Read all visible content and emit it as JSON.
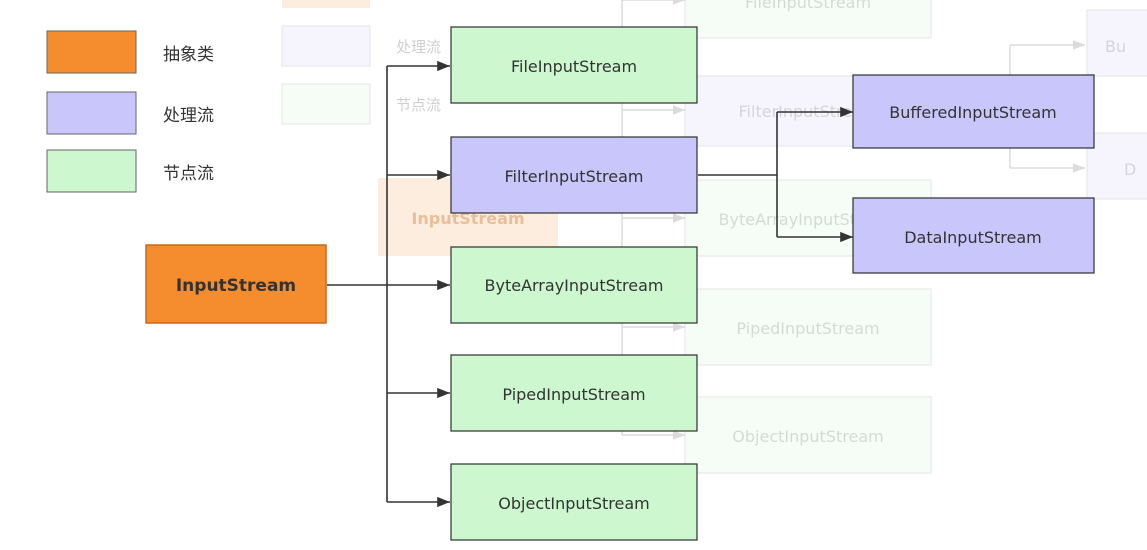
{
  "legend": [
    {
      "label": "抽象类",
      "color": "#f58d2f"
    },
    {
      "label": "处理流",
      "color": "#c9c6fb"
    },
    {
      "label": "节点流",
      "color": "#cdf7cf"
    }
  ],
  "ghost": {
    "legend_labels": [
      "处理流",
      "节点流"
    ],
    "root": "InputStream",
    "children": [
      "FileInputStream",
      "FilterInputStream",
      "ByteArrayInputStream",
      "PipedInputStream",
      "ObjectInputStream"
    ],
    "right_partial": [
      "Bu",
      "D"
    ]
  },
  "root": {
    "label": "InputStream",
    "kind": "abstract"
  },
  "children": [
    {
      "label": "FileInputStream",
      "kind": "node"
    },
    {
      "label": "FilterInputStream",
      "kind": "filter"
    },
    {
      "label": "ByteArrayInputStream",
      "kind": "node"
    },
    {
      "label": "PipedInputStream",
      "kind": "node"
    },
    {
      "label": "ObjectInputStream",
      "kind": "node"
    }
  ],
  "filter_children": [
    {
      "label": "BufferedInputStream",
      "kind": "filter"
    },
    {
      "label": "DataInputStream",
      "kind": "filter"
    }
  ],
  "colors": {
    "abstract_fill": "#f58d2f",
    "abstract_stroke": "#c9681a",
    "filter_fill": "#c9c6fb",
    "filter_stroke": "#2f2f2f",
    "node_fill": "#cdf7cf",
    "node_stroke": "#2f2f2f",
    "edge": "#333333"
  }
}
